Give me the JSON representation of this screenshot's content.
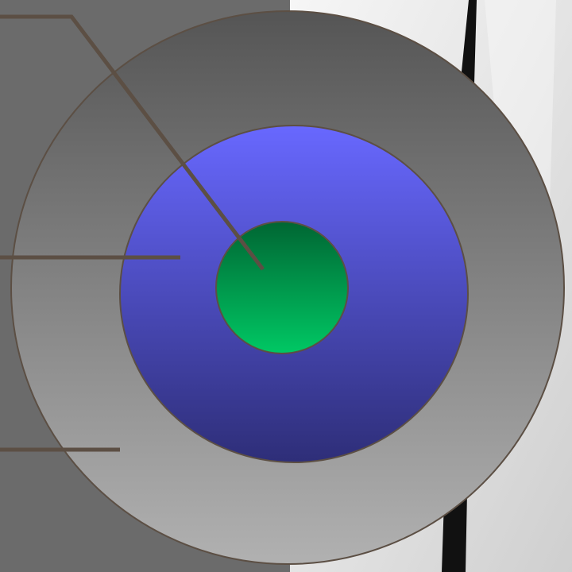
{
  "diagram": {
    "rings": [
      {
        "name": "outer-ring",
        "colors": [
          "#555555",
          "#b1b1b1"
        ]
      },
      {
        "name": "middle-ring",
        "colors": [
          "#6868ff",
          "#2e2e78"
        ]
      },
      {
        "name": "inner-core",
        "colors": [
          "#006633",
          "#00c864"
        ]
      }
    ],
    "outline_color": "#5c4f44",
    "leader_line_color": "#5c4f44",
    "leader_line_count": 3
  },
  "background": {
    "left_panel_color": "#6b6b6b",
    "right_photo_colors": [
      "#f3f3f3",
      "#d9d9d9",
      "#111111"
    ]
  }
}
